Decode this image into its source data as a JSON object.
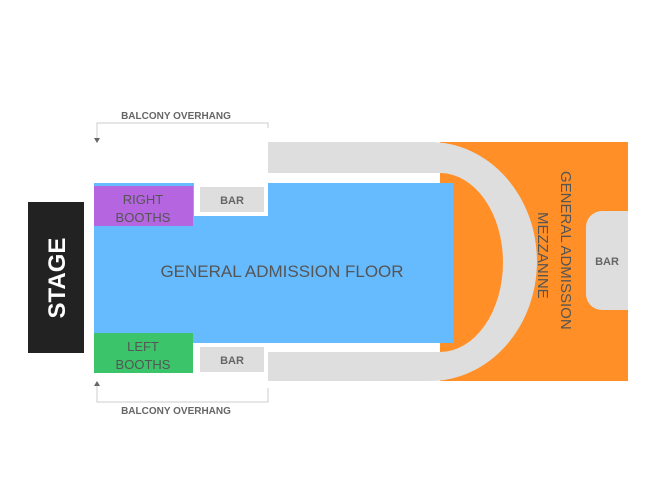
{
  "sections": {
    "stage": "STAGE",
    "floor": "GENERAL ADMISSION FLOOR",
    "right_booths": [
      "RIGHT",
      "BOOTHS"
    ],
    "left_booths": [
      "LEFT",
      "BOOTHS"
    ],
    "bar_top": "BAR",
    "bar_bottom": "BAR",
    "bar_mezzanine": "BAR",
    "mezzanine": [
      "GENERAL ADMISSION",
      "MEZZANINE"
    ],
    "balcony_top": "BALCONY OVERHANG",
    "balcony_bottom": "BALCONY OVERHANG"
  },
  "colors": {
    "stage": "#222222",
    "floor": "#66BBFF",
    "right_booths": "#B565E0",
    "left_booths": "#3CC46A",
    "mezzanine": "#FF8F26",
    "walkway": "#DEDEDE"
  }
}
